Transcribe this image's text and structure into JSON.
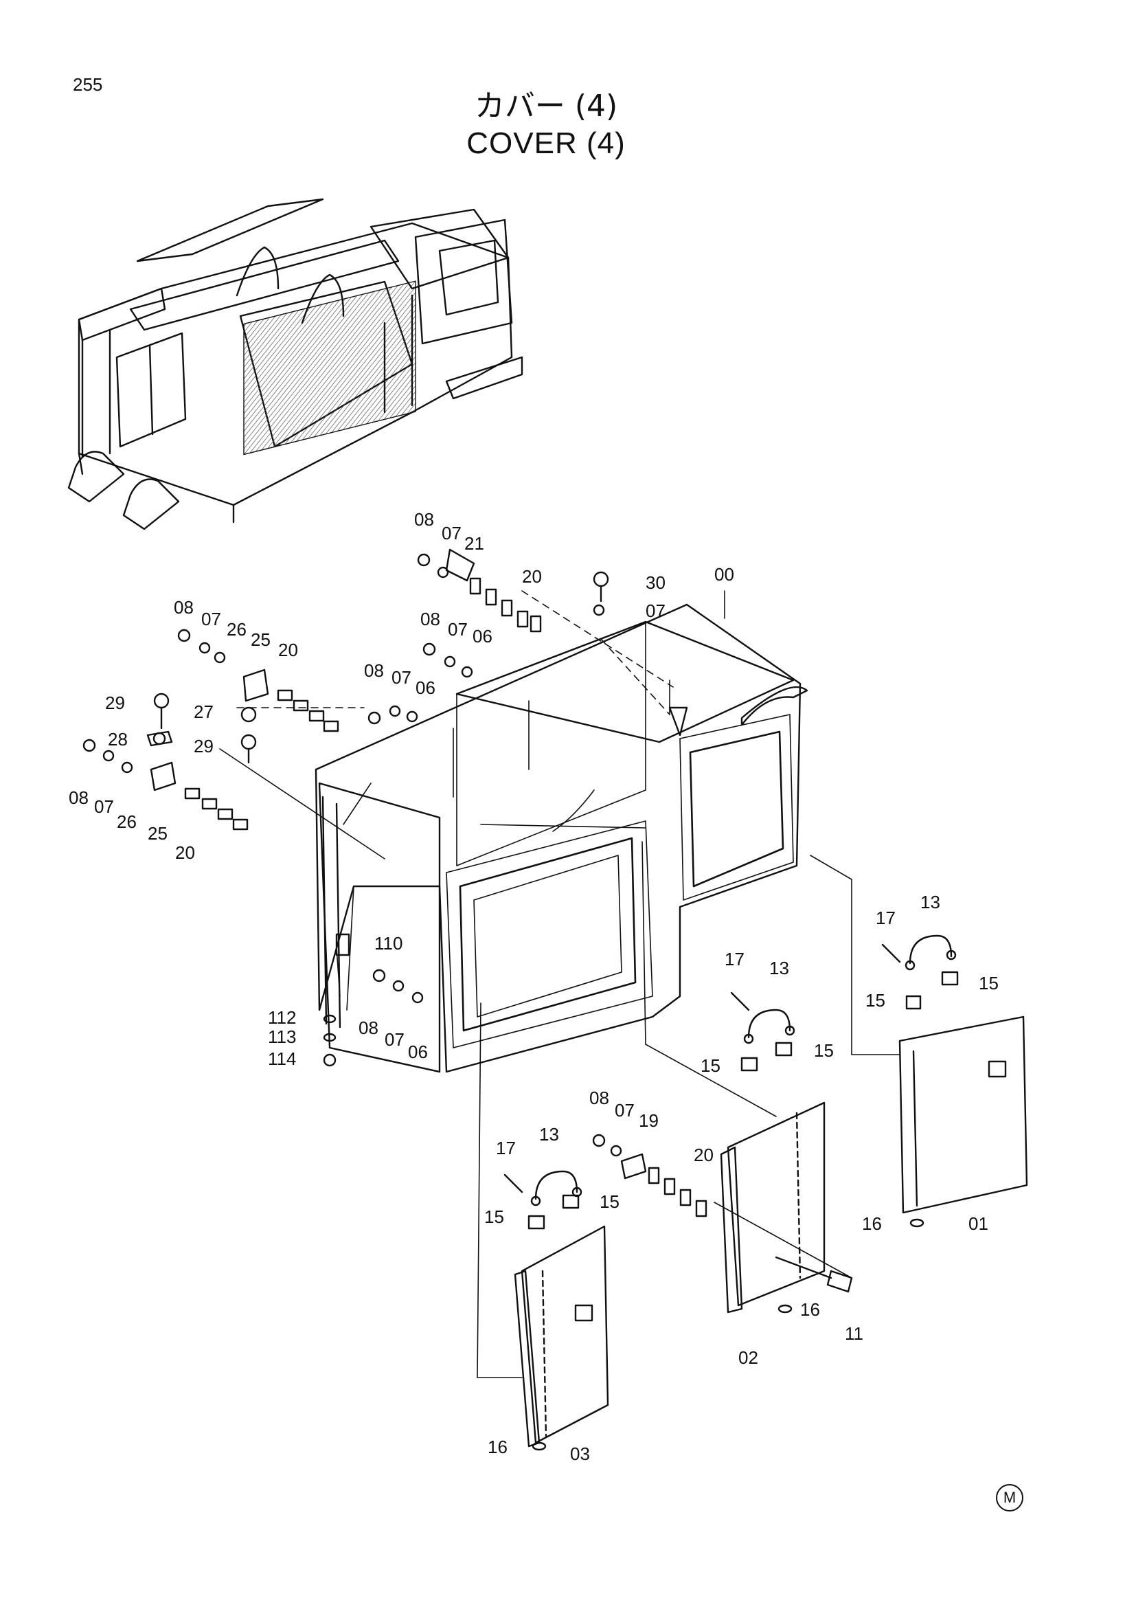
{
  "page": {
    "number": "255",
    "mark": "M"
  },
  "title": {
    "japanese": "カバー (4)",
    "english": "COVER (4)"
  },
  "callouts": {
    "c00": "00",
    "c01": "01",
    "c02": "02",
    "c03": "03",
    "c06a": "06",
    "c06b": "06",
    "c06c": "06",
    "c07a": "07",
    "c07b": "07",
    "c07c": "07",
    "c07d": "07",
    "c07e": "07",
    "c07f": "07",
    "c07g": "07",
    "c07h": "07",
    "c08a": "08",
    "c08b": "08",
    "c08c": "08",
    "c08d": "08",
    "c08e": "08",
    "c08f": "08",
    "c08g": "08",
    "c11": "11",
    "c13a": "13",
    "c13b": "13",
    "c13c": "13",
    "c15a": "15",
    "c15b": "15",
    "c15c": "15",
    "c15d": "15",
    "c15e": "15",
    "c15f": "15",
    "c16a": "16",
    "c16b": "16",
    "c16c": "16",
    "c17a": "17",
    "c17b": "17",
    "c17c": "17",
    "c19": "19",
    "c20a": "20",
    "c20b": "20",
    "c20c": "20",
    "c20d": "20",
    "c21": "21",
    "c25a": "25",
    "c25b": "25",
    "c26a": "26",
    "c26b": "26",
    "c27": "27",
    "c28": "28",
    "c29a": "29",
    "c29b": "29",
    "c30": "30",
    "c110": "110",
    "c112": "112",
    "c113": "113",
    "c114": "114"
  },
  "icons": [
    "excavator-overview-icon",
    "cover-frame-icon",
    "door-panel-icon",
    "handle-icon",
    "bolt-icon",
    "nut-icon",
    "washer-icon",
    "bracket-icon",
    "shim-plate-icon",
    "eye-bolt-icon",
    "lock-icon"
  ]
}
